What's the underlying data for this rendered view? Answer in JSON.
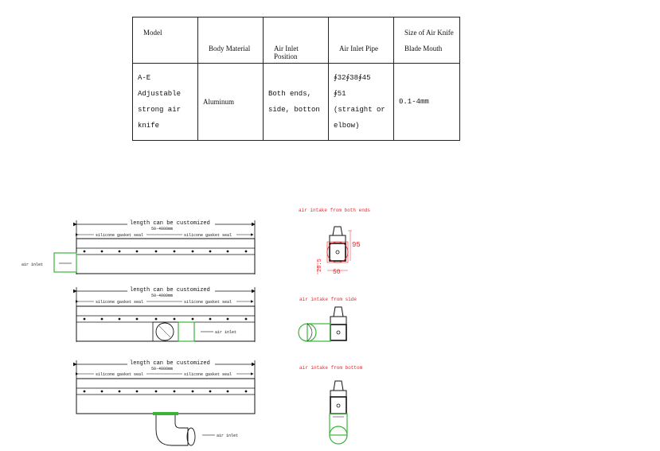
{
  "table": {
    "headers": {
      "model": "Model",
      "body_material": "Body Material",
      "air_inlet_position": "Air Inlet Position",
      "air_inlet_pipe": "Air Inlet Pipe",
      "blade_mouth_1": "Size of Air Knife",
      "blade_mouth_2": "Blade Mouth"
    },
    "row": {
      "model_1": "A-E Adjustable",
      "model_2": "strong air",
      "model_3": "knife",
      "material": "Aluminum",
      "position_1": "Both ends,",
      "position_2": "side, botton",
      "pipe_1": "∮32∮38∮45",
      "pipe_2": "∮51",
      "pipe_3": "(straight or",
      "pipe_4": "elbow)",
      "blade": "0.1-4mm"
    }
  },
  "drawings": {
    "length_label": "length can be customized",
    "length_range": "50-4000mm",
    "gasket_label": "silicone gasket seal",
    "air_inlet_label": "air inlet",
    "view1_caption": "air intake from both ends",
    "view2_caption": "air intake from side",
    "view3_caption": "air intake from bottom",
    "dim_95": "95",
    "dim_50": "50",
    "dim_26_5": "26.5"
  }
}
